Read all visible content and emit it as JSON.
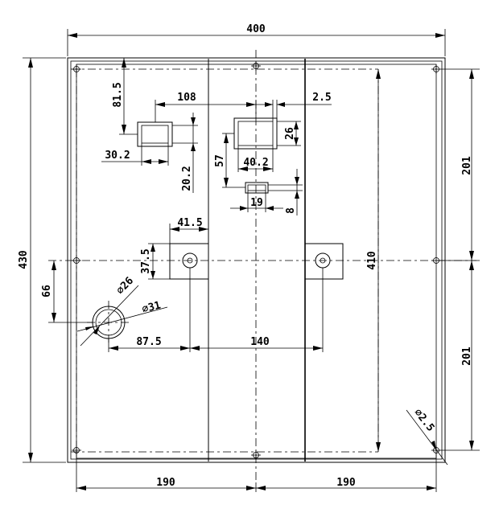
{
  "dimensions": {
    "overall_width": "400",
    "overall_height": "430",
    "inner_height": "410",
    "upper_half": "201",
    "lower_half": "201",
    "bottom_left": "190",
    "bottom_right": "190",
    "top_offset": "81.5",
    "window_spacing": "108",
    "window_gap": "2.5",
    "left_window_width": "30.2",
    "left_window_height": "20.2",
    "right_window_width": "40.2",
    "right_window_height": "26",
    "right_window_offset": "57",
    "small_slot_width": "19",
    "small_slot_height": "8",
    "bracket_width": "41.5",
    "bracket_height": "37.5",
    "hole_offset_vertical": "66",
    "hole_inner_dia": "⌀26",
    "hole_outer_dia": "⌀31",
    "hole_to_bracket": "87.5",
    "bracket_spacing": "140",
    "corner_hole_dia": "⌀2.5"
  }
}
